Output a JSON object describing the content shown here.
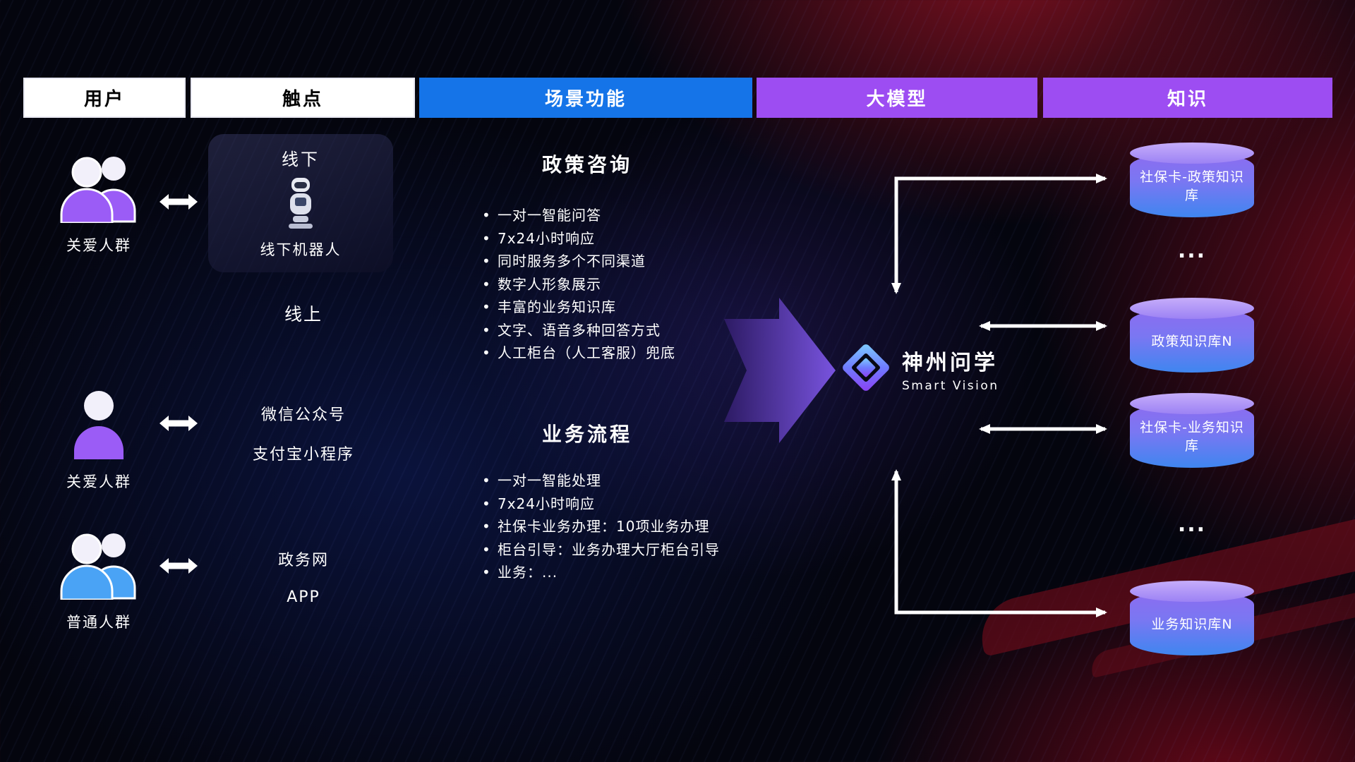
{
  "header": {
    "tabs": [
      {
        "label": "用户"
      },
      {
        "label": "触点"
      },
      {
        "label": "场景功能"
      },
      {
        "label": "大模型"
      },
      {
        "label": "知识"
      }
    ]
  },
  "users": {
    "group1_label": "关爱人群",
    "group2_label": "关爱人群",
    "group3_label": "普通人群"
  },
  "touchpoints": {
    "offline_title": "线下",
    "offline_robot_label": "线下机器人",
    "online_title": "线上",
    "wechat": "微信公众号",
    "alipay": "支付宝小程序",
    "gov": "政务网",
    "app": "APP"
  },
  "functions": {
    "policy": {
      "title": "政策咨询",
      "items": [
        "一对一智能问答",
        "7x24小时响应",
        "同时服务多个不同渠道",
        "数字人形象展示",
        "丰富的业务知识库",
        "文字、语音多种回答方式",
        "人工柜台（人工客服）兜底"
      ]
    },
    "business": {
      "title": "业务流程",
      "items": [
        "一对一智能处理",
        "7x24小时响应",
        "社保卡业务办理：10项业务办理",
        "柜台引导：业务办理大厅柜台引导",
        "业务：..."
      ]
    }
  },
  "model": {
    "brand": "神州问学",
    "subbrand": "Smart Vision"
  },
  "knowledge": {
    "db1": "社保卡-政策知识库",
    "dots1": "...",
    "db2": "政策知识库N",
    "db3": "社保卡-业务知识库",
    "dots2": "...",
    "db4": "业务知识库N"
  },
  "colors": {
    "tab_blue": "#1574e8",
    "tab_purple": "#9d4df2",
    "user_purple": "#9b5cf6",
    "user_blue": "#4aa3f5",
    "cylinder_top": "#c6adfa",
    "cylinder_bottom": "#3f86f0"
  }
}
